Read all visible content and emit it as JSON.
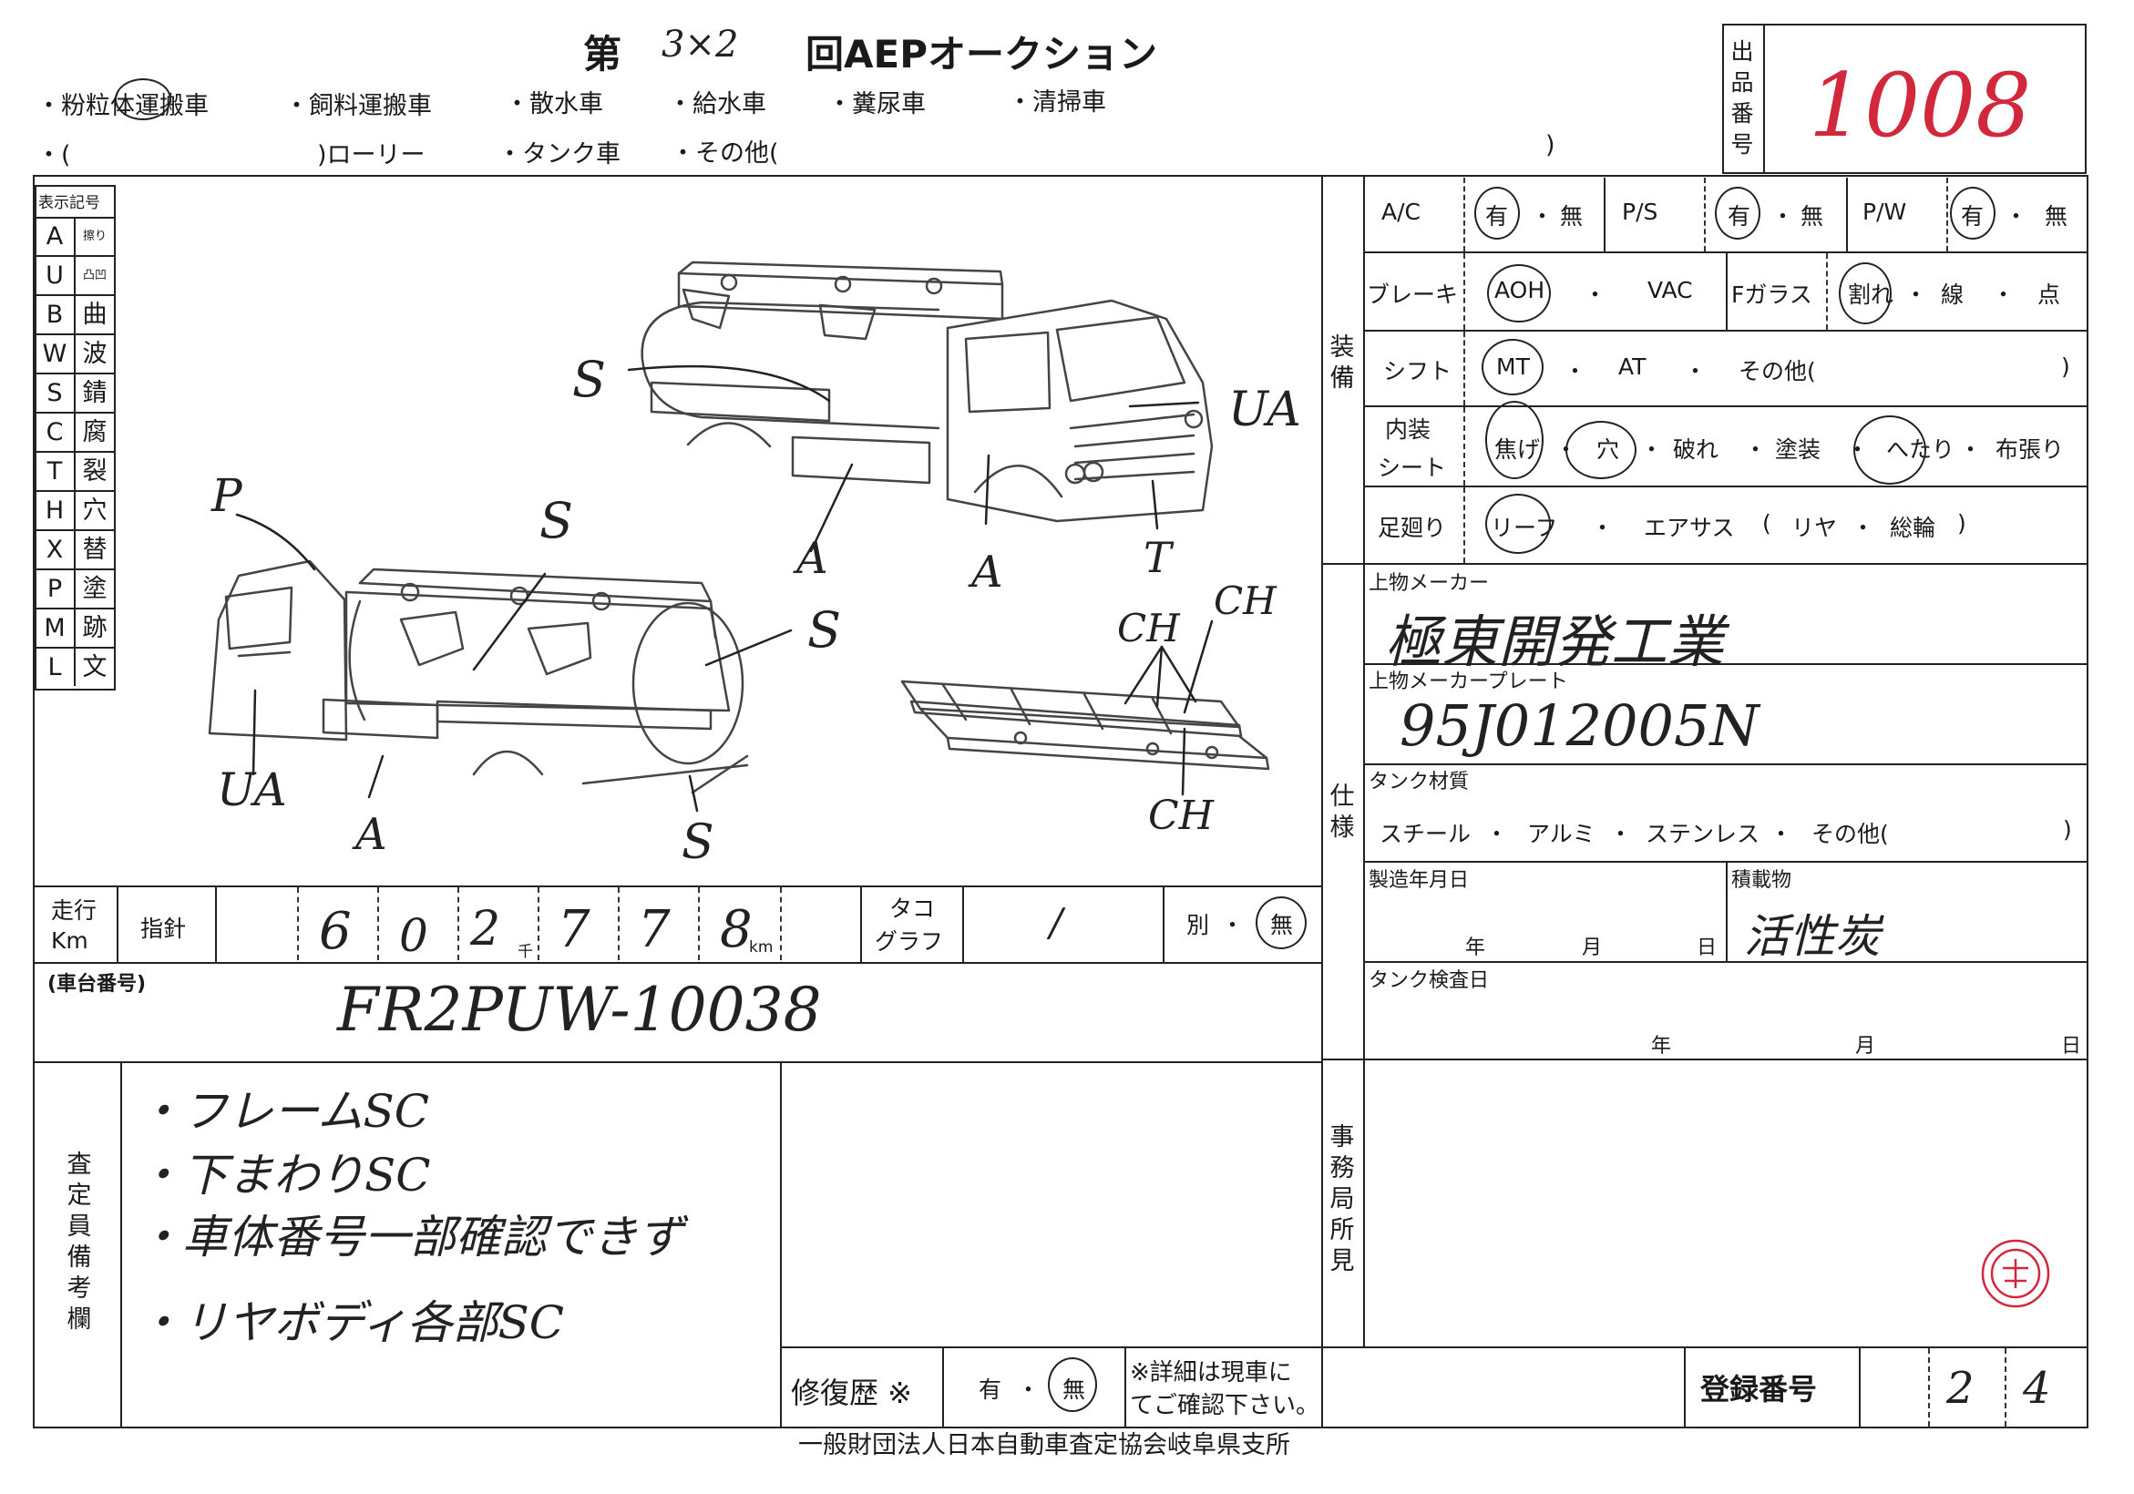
{
  "header": {
    "title_prefix": "第",
    "auction_no": "3×2",
    "title_suffix": "回AEPオークション",
    "lot_label": "出品番号",
    "lot_number": "1008",
    "body_types_row1": [
      "・粉粒体運搬車",
      "・飼料運搬車",
      "・散水車",
      "・給水車",
      "・糞尿車",
      "・清掃車"
    ],
    "body_types_row2": [
      "・(",
      ")ローリー",
      "・タンク車",
      "・その他(",
      ")"
    ]
  },
  "legend": {
    "title": "表示記号",
    "items": [
      {
        "code": "A",
        "label": "擦り"
      },
      {
        "code": "U",
        "label": "凸凹"
      },
      {
        "code": "B",
        "label": "曲"
      },
      {
        "code": "W",
        "label": "波"
      },
      {
        "code": "S",
        "label": "錆"
      },
      {
        "code": "C",
        "label": "腐"
      },
      {
        "code": "T",
        "label": "裂"
      },
      {
        "code": "H",
        "label": "穴"
      },
      {
        "code": "X",
        "label": "替"
      },
      {
        "code": "P",
        "label": "塗"
      },
      {
        "code": "M",
        "label": "跡"
      },
      {
        "code": "L",
        "label": "文"
      }
    ]
  },
  "diagram_marks": {
    "upper_S": "S",
    "upper_UA": "UA",
    "upper_T": "T",
    "upper_A1": "A",
    "upper_A2": "A",
    "lower_P": "P",
    "lower_S1": "S",
    "lower_S2": "S",
    "lower_S3": "S",
    "lower_UA": "UA",
    "lower_A": "A",
    "frame_CH1": "CH",
    "frame_CH2": "CH",
    "frame_CH3": "CH"
  },
  "equipment": {
    "section_label": "装備",
    "ac": {
      "label": "A/C",
      "yes": "有",
      "no": "無"
    },
    "ps": {
      "label": "P/S",
      "yes": "有",
      "no": "無"
    },
    "pw": {
      "label": "P/W",
      "yes": "有",
      "no": "無"
    },
    "brake": {
      "label": "ブレーキ",
      "opt1": "AOH",
      "sep": "・",
      "opt2": "VAC"
    },
    "fglass": {
      "label": "Fガラス",
      "opt1": "割れ",
      "opt2": "線",
      "opt3": "点"
    },
    "shift": {
      "label": "シフト",
      "opt1": "MT",
      "opt2": "AT",
      "opt3": "その他(",
      "close": ")"
    },
    "interior": {
      "label1": "内装",
      "label2": "シート",
      "opts": [
        "焦げ",
        "穴",
        "破れ",
        "塗装",
        "へたり",
        "布張り"
      ]
    },
    "suspension": {
      "label": "足廻り",
      "opt1": "リーフ",
      "opt2": "エアサス",
      "open": "(",
      "sub1": "リヤ",
      "sub2": "総輪",
      "close": ")"
    }
  },
  "spec": {
    "section_label": "仕様",
    "maker_label": "上物メーカー",
    "maker_value": "極東開発工業",
    "plate_label": "上物メーカープレート",
    "plate_value": "95J012005N",
    "tank_material_label": "タンク材質",
    "tank_material_opts": [
      "スチール",
      "アルミ",
      "ステンレス",
      "その他("
    ],
    "tank_material_close": ")",
    "mfg_date_label": "製造年月日",
    "year": "年",
    "month": "月",
    "day": "日",
    "cargo_label": "積載物",
    "cargo_value": "活性炭",
    "tank_inspection_label": "タンク検査日"
  },
  "mileage": {
    "label1": "走行",
    "label2": "Km",
    "needle_label": "指針",
    "digits": [
      "6",
      "0",
      "2",
      "7",
      "7",
      "8"
    ],
    "thousand_unit": "千",
    "km_unit": "km",
    "tacho_label1": "タコ",
    "tacho_label2": "グラフ",
    "tacho_value": "/",
    "separate_label": "別",
    "separate_dot": "・",
    "separate_none": "無"
  },
  "chassis": {
    "label": "(車台番号)",
    "value": "FR2PUW-10038"
  },
  "inspector": {
    "label": "査定員備考欄",
    "notes": [
      "・フレームSC",
      "・下まわりSC",
      "・車体番号一部確認できず",
      "・リヤボディ各部SC"
    ]
  },
  "repair": {
    "label": "修復歴 ※",
    "yes": "有",
    "sep": "・",
    "no": "無",
    "note1": "※詳細は現車に",
    "note2": "てご確認下さい。"
  },
  "office": {
    "label": "事務局所見"
  },
  "registration": {
    "label": "登録番号",
    "digit1": "2",
    "digit2": "4"
  },
  "footer": {
    "text": "一般財団法人日本自動車査定協会岐阜県支所"
  }
}
